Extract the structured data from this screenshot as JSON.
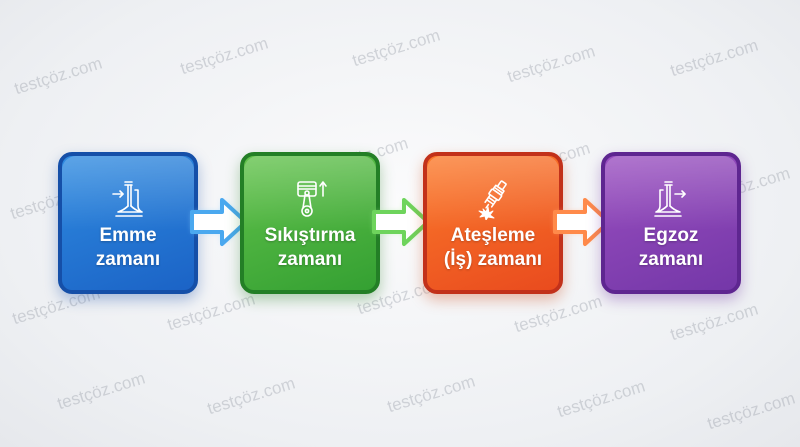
{
  "watermark": "testçöz.com",
  "steps": [
    {
      "label_line1": "Emme",
      "label_line2": "zamanı",
      "icon": "intake-valve-icon",
      "color": "#1f6fd0"
    },
    {
      "label_line1": "Sıkıştırma",
      "label_line2": "zamanı",
      "icon": "piston-icon",
      "color": "#3aa83a"
    },
    {
      "label_line1": "Ateşleme",
      "label_line2": "(İş) zamanı",
      "icon": "spark-plug-icon",
      "color": "#f05a22"
    },
    {
      "label_line1": "Egzoz",
      "label_line2": "zamanı",
      "icon": "exhaust-valve-icon",
      "color": "#7e3cb0"
    }
  ],
  "arrow_colors": [
    "#4aa8ef",
    "#6ed45c",
    "#ff8a4a"
  ]
}
